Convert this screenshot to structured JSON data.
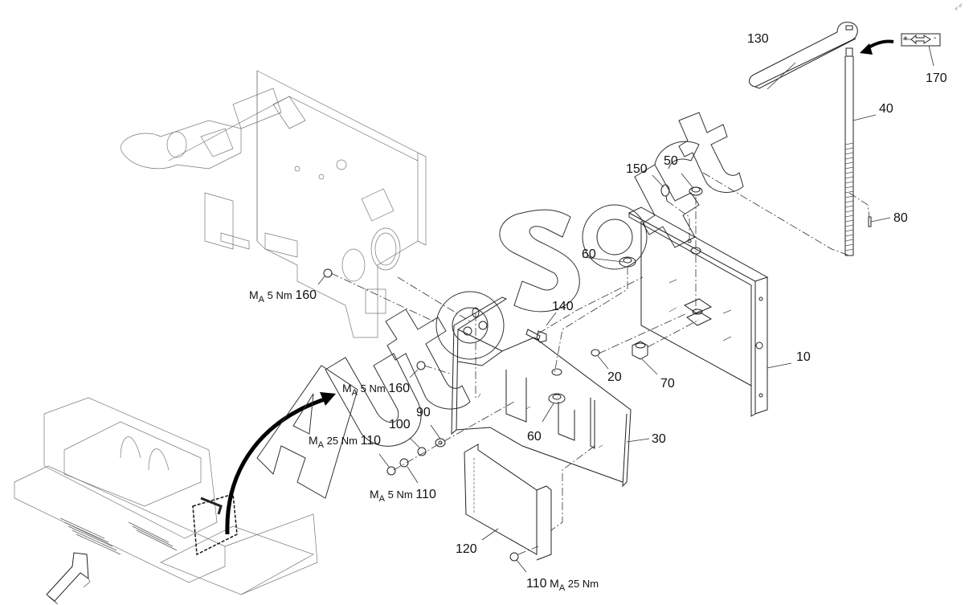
{
  "diagram": {
    "type": "exploded-parts-diagram",
    "watermark": "AutoSoft",
    "corner_mark": "a° eᵃ",
    "symbol_170": {
      "left_sign": "+",
      "right_sign": "-",
      "icon": "double-arrow-icon"
    },
    "callouts": [
      {
        "id": "10",
        "label": "10"
      },
      {
        "id": "20",
        "label": "20"
      },
      {
        "id": "30",
        "label": "30"
      },
      {
        "id": "40",
        "label": "40"
      },
      {
        "id": "50",
        "label": "50"
      },
      {
        "id": "60a",
        "label": "60"
      },
      {
        "id": "60b",
        "label": "60"
      },
      {
        "id": "70",
        "label": "70"
      },
      {
        "id": "80",
        "label": "80"
      },
      {
        "id": "90",
        "label": "90"
      },
      {
        "id": "100",
        "label": "100"
      },
      {
        "id": "120",
        "label": "120"
      },
      {
        "id": "130",
        "label": "130"
      },
      {
        "id": "140",
        "label": "140"
      },
      {
        "id": "150",
        "label": "150"
      },
      {
        "id": "170",
        "label": "170"
      }
    ],
    "torque_callouts": [
      {
        "id": "160a",
        "prefix": "M",
        "sub": "A",
        "value": "5 Nm",
        "part": "160"
      },
      {
        "id": "160b",
        "prefix": "M",
        "sub": "A",
        "value": "5 Nm",
        "part": "160"
      },
      {
        "id": "110a",
        "prefix": "M",
        "sub": "A",
        "value": "25 Nm",
        "part": "110"
      },
      {
        "id": "110b",
        "prefix": "M",
        "sub": "A",
        "value": "5 Nm",
        "part": "110"
      },
      {
        "id": "110c",
        "prefix": "M",
        "sub": "A",
        "value": "25 Nm",
        "part": "110"
      }
    ]
  }
}
